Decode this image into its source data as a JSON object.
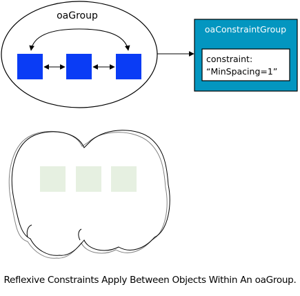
{
  "group": {
    "label": "oaGroup"
  },
  "constraint_group": {
    "title": "oaConstraintGroup",
    "constraint_line1": "constraint:",
    "constraint_line2": "“MinSpacing=1”"
  },
  "caption": "Reflexive Constraints Apply Between Objects Within An oaGroup.",
  "colors": {
    "object_fill": "#0A3CF5",
    "constraint_group_fill": "#0396C0",
    "faded_object_fill": "#E6F0E1",
    "stroke": "#000000"
  }
}
